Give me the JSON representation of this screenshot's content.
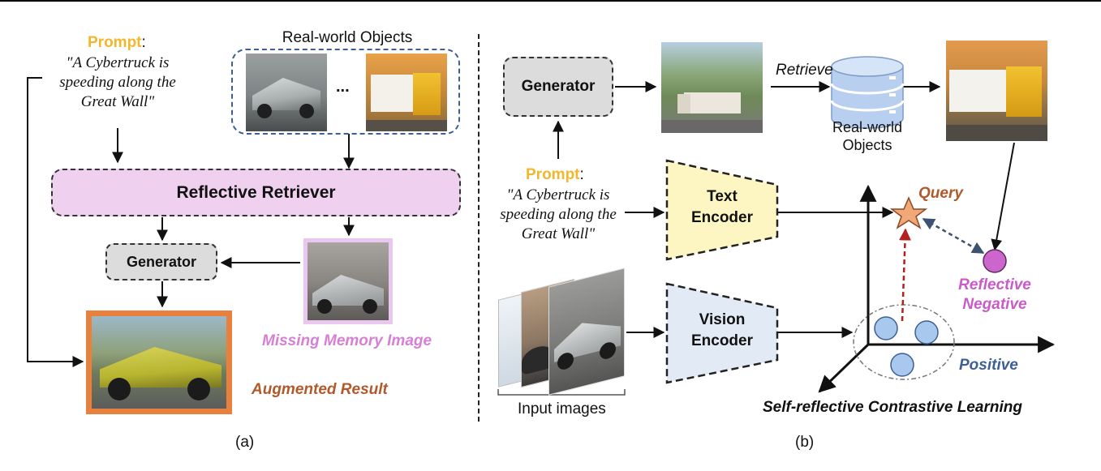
{
  "panel_a": {
    "caption": "(a)",
    "prompt_label": "Prompt",
    "prompt_colon": ":",
    "prompt_lines": [
      "\"A Cybertruck is",
      "speeding along the",
      "Great Wall\""
    ],
    "real_world_objects_title": "Real-world Objects",
    "ellipsis": "...",
    "reflective_retriever_label": "Reflective Retriever",
    "generator_label": "Generator",
    "missing_memory_label": "Missing Memory Image",
    "augmented_result_label": "Augmented Result"
  },
  "panel_b": {
    "caption": "(b)",
    "generator_label": "Generator",
    "retrieve_label": "Retrieve",
    "database_label_lines": [
      "Real-world",
      "Objects"
    ],
    "prompt_label": "Prompt",
    "prompt_colon": ":",
    "prompt_lines": [
      "\"A Cybertruck is",
      "speeding along the",
      "Great Wall\""
    ],
    "text_encoder_lines": [
      "Text",
      "Encoder"
    ],
    "vision_encoder_lines": [
      "Vision",
      "Encoder"
    ],
    "input_images_label": "Input images",
    "query_label": "Query",
    "reflective_negative_lines": [
      "Reflective",
      "Negative"
    ],
    "positive_label": "Positive",
    "contrastive_label": "Self-reflective Contrastive Learning"
  },
  "colors": {
    "prompt": "#f2b72d",
    "retriever_fill": "#efd0ef",
    "generator_fill": "#dcdcdc",
    "missing_memory": "#d67fd6",
    "augmented": "#b0592b",
    "augmented_frame": "#e8813e",
    "text_encoder_fill": "#fdf6c3",
    "vision_encoder_fill": "#e2eaf5",
    "query": "#b0592b",
    "query_star": "#f0a878",
    "negative": "#c95bc9",
    "negative_dot": "#cc66cc",
    "positive": "#3d5f96",
    "positive_dot": "#a9c8ee",
    "red_arrow": "#b22020",
    "blue_arrow": "#3d5270"
  },
  "icons": [
    "database-icon",
    "star-icon",
    "arrow-icon"
  ]
}
